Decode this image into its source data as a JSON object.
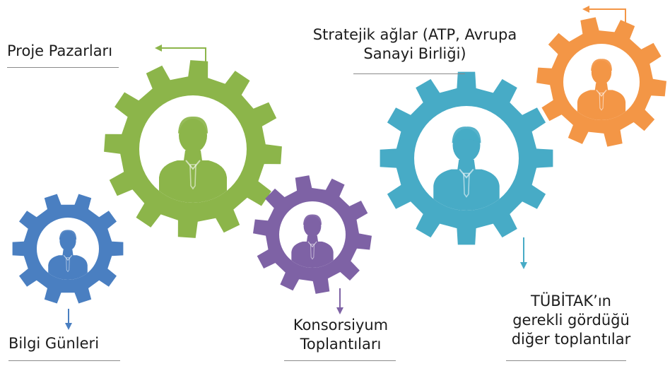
{
  "labels": {
    "proje": "Proje Pazarları",
    "stratejik_line1": "Stratejik ağlar (ATP, Avrupa",
    "stratejik_line2": "Sanayi Birliği)",
    "bilgi": "Bilgi Günleri",
    "konsorsiyum_line1": "Konsorsiyum",
    "konsorsiyum_line2": "Toplantıları",
    "tubitak_line1": "TÜBİTAK’ın",
    "tubitak_line2": "gerekli gördüğü",
    "tubitak_line3": "diğer toplantılar"
  },
  "gears": [
    {
      "id": "blue",
      "color": "#4a7fc1",
      "connects_to": "bilgi"
    },
    {
      "id": "green",
      "color": "#8cb54a",
      "connects_to": "proje"
    },
    {
      "id": "purple",
      "color": "#7e62a5",
      "connects_to": "konsorsiyum"
    },
    {
      "id": "teal",
      "color": "#47abc6",
      "connects_to": "tubitak"
    },
    {
      "id": "orange",
      "color": "#f39646",
      "connects_to": "offscreen"
    }
  ],
  "icon": "person-silhouette-icon"
}
